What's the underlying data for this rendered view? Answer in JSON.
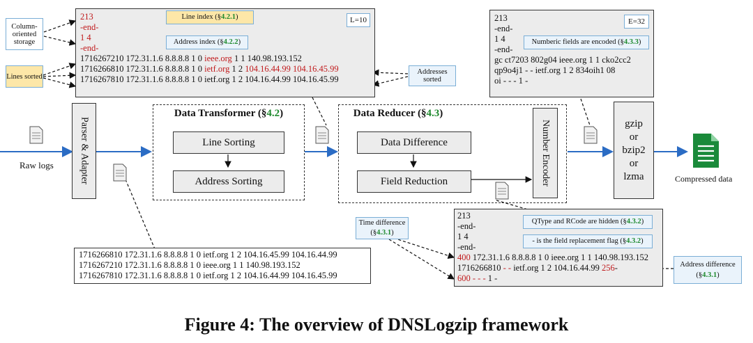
{
  "figure_caption": "Figure 4: The overview of DNSLogzip framework",
  "input_label": "Raw logs",
  "output_label": "Compressed data",
  "parser": "Parser & Adapter",
  "transformer": {
    "title_main": "Data Transformer (§",
    "title_sec": "4.2",
    "title_end": ")",
    "step1": "Line Sorting",
    "step2": "Address Sorting"
  },
  "reducer": {
    "title_main": "Data Reducer (§",
    "title_sec": "4.3",
    "title_end": ")",
    "step1": "Data Difference",
    "step2": "Field Reduction"
  },
  "number_encoder": "Number Encoder",
  "compressors": [
    "gzip",
    "or",
    "bzip2",
    "or",
    "lzma"
  ],
  "top_box": {
    "label": "L=10",
    "header": [
      "213",
      "-end-",
      "1 4",
      "-end-"
    ],
    "row1": {
      "a": "1716267210 172.31.1.6 8.8.8.8 1 0 ",
      "b": "ieee.org",
      "c": " 1 1 140.98.193.152",
      "d": ""
    },
    "row2": {
      "a": "1716266810 172.31.1.6 8.8.8.8 1 0 ",
      "b": "ietf.org",
      "c": " 1 2 ",
      "d": "104.16.44.99 104.16.45.99"
    },
    "row3": {
      "a": "1716267810 172.31.1.6 8.8.8.8 1 0 ietf.org 1 2 104.16.44.99 104.16.45.99",
      "b": "",
      "c": "",
      "d": ""
    },
    "note_line_index": {
      "text": "Line index (§",
      "sec": "4.2.1",
      "end": ")"
    },
    "note_address_index": {
      "text": "Address index (§",
      "sec": "4.2.2",
      "end": ")"
    }
  },
  "left_notes": {
    "column": "Column-oriented storage",
    "lines_sorted": "Lines sorted"
  },
  "addresses_sorted": "Addresses sorted",
  "encoded_box": {
    "label": "E=32",
    "lines": [
      "213",
      "-end-",
      "1 4",
      "-end-",
      "gc ct7203 802g04 ieee.org 1 1 cko2cc2",
      "qp9o4j1 - - ietf.org 1 2 834oih1 08",
      "oi - - - 1 -"
    ],
    "note": {
      "text": "Numberic fields are encoded (§",
      "sec": "4.3.3",
      "end": ")"
    }
  },
  "raw_box": {
    "lines": [
      "1716266810 172.31.1.6 8.8.8.8 1 0 ietf.org 1 2 104.16.45.99 104.16.44.99",
      "1716267210 172.31.1.6 8.8.8.8 1 0 ieee.org 1 1 140.98.193.152",
      "1716267810 172.31.1.6 8.8.8.8 1 0 ietf.org 1 2 104.16.44.99 104.16.45.99"
    ]
  },
  "reduced_box": {
    "header": [
      "213",
      "-end-",
      "1 4",
      "-end-"
    ],
    "row1": {
      "a": "400",
      "b": " 172.31.1.6 8.8.8.8 1 0 ieee.org 1 1 140.98.193.152"
    },
    "row2": {
      "a": "1716266810 ",
      "b": "- -",
      "c": " ietf.org 1 2 104.16.44.99 ",
      "d": "256",
      "e": "-"
    },
    "row3": {
      "a": "600",
      "b": " - - -",
      "c": " 1 -"
    },
    "note1": {
      "text": "QType and RCode are hidden (§",
      "sec": "4.3.2",
      "end": ")"
    },
    "note2": {
      "text": "- is the field replacement flag (§",
      "sec": "4.3.2",
      "end": ")"
    }
  },
  "time_difference": {
    "text": "Time difference",
    "sec": "4.3.1"
  },
  "address_difference": {
    "text": "Address difference",
    "sec": "4.3.1"
  },
  "colors": {
    "box_fill": "#ececec",
    "red": "#c0191b",
    "green": "#1f8a2e",
    "blue_arrow": "#2b6cc4",
    "file_green": "#1a8a3a"
  }
}
